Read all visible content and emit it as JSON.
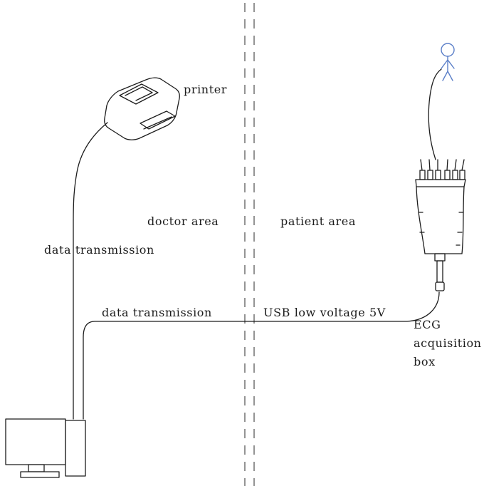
{
  "diagram": {
    "areas": {
      "doctor": "doctor area",
      "patient": "patient area"
    },
    "printer": {
      "label": "printer"
    },
    "cables": {
      "upper_label": "data transmission",
      "lower_label": "data transmission",
      "usb_label": "USB low voltage 5V"
    },
    "ecg_box": {
      "label_lines": [
        "ECG",
        "acquisition",
        "box"
      ]
    },
    "icons": {
      "printer_drawing": "printer-drawing",
      "monitor_drawing": "computer-monitor-drawing",
      "ecg_drawing": "ecg-acquisition-box-drawing",
      "patient_figure": "patient-stick-figure"
    },
    "colors": {
      "line": "#1c1c1c",
      "figure_blue": "#5b7fc8",
      "divider_gray": "#4d4d4d",
      "background": "#ffffff"
    }
  }
}
